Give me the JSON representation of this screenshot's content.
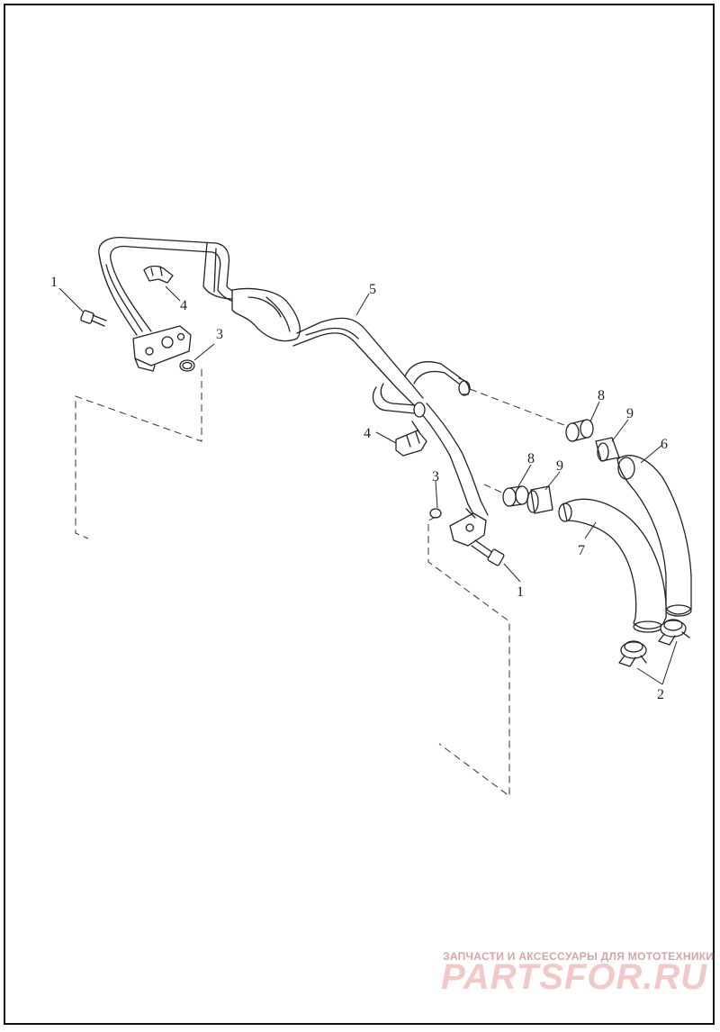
{
  "callouts": {
    "c1a": "1",
    "c4a": "4",
    "c3a": "3",
    "c5": "5",
    "c8a": "8",
    "c9a": "9",
    "c6": "6",
    "c4b": "4",
    "c3b": "3",
    "c8b": "8",
    "c9b": "9",
    "c7": "7",
    "c1b": "1",
    "c2": "2"
  },
  "watermark": {
    "tagline": "ЗАПЧАСТИ И АКСЕССУАРЫ ДЛЯ МОТОТЕХНИКИ",
    "logo": "PARTSFOR.RU"
  },
  "colors": {
    "line": "#222222",
    "background": "#ffffff",
    "watermark_text": "#d9a3a3",
    "watermark_logo": "#f1c9c9"
  }
}
